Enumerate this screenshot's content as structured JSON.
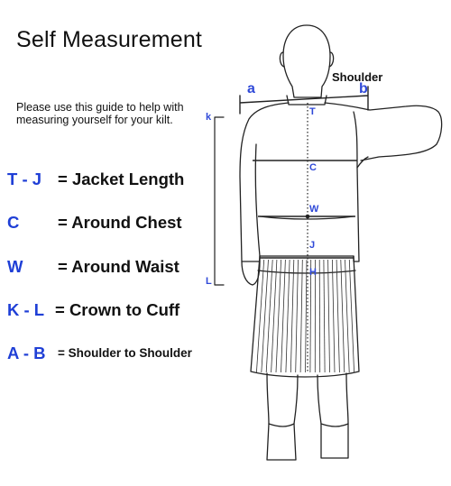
{
  "title": "Self Measurement",
  "intro": "Please use this guide to help with measuring yourself for your kilt.",
  "legend": [
    {
      "code": "T - J",
      "desc": "= Jacket Length"
    },
    {
      "code": "C",
      "desc": "= Around Chest"
    },
    {
      "code": "W",
      "desc": "= Around Waist"
    },
    {
      "code": "K - L",
      "desc": "= Crown to Cuff"
    },
    {
      "code": "A - B",
      "desc": "= Shoulder to Shoulder"
    }
  ],
  "figure": {
    "shoulder_label": "Shoulder",
    "labels": {
      "a": "a",
      "b": "b",
      "k": "k",
      "l": "L",
      "t": "T",
      "c": "C",
      "w": "W",
      "j": "J",
      "h": "H"
    }
  }
}
